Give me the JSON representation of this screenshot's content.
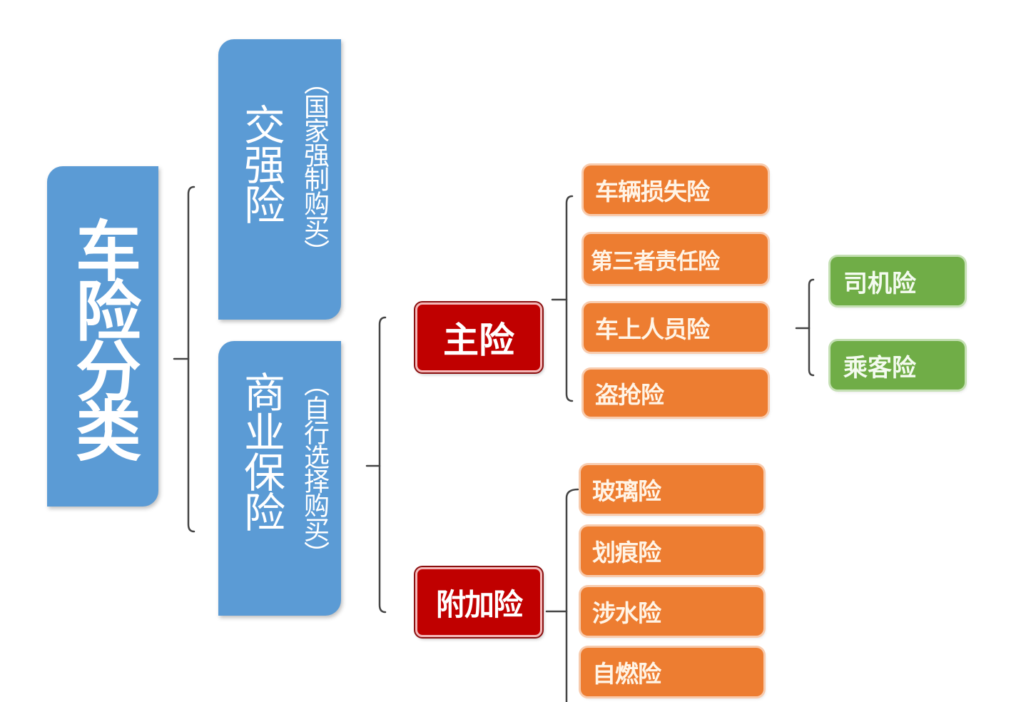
{
  "root": {
    "label": "车险分类"
  },
  "categories": [
    {
      "name": "交强险",
      "note": "（国家强制购买）"
    },
    {
      "name": "商业保险",
      "note": "（自行选择购买）"
    }
  ],
  "branches": [
    {
      "label": "主险"
    },
    {
      "label": "附加险"
    }
  ],
  "main_items": [
    "车辆损失险",
    "第三者责任险",
    "车上人员险",
    "盗抢险"
  ],
  "addon_items": [
    "玻璃险",
    "划痕险",
    "涉水险",
    "自燃险"
  ],
  "passenger_items": [
    "司机险",
    "乘客险"
  ],
  "colors": {
    "root": "#5b9bd5",
    "branch": "#c00000",
    "item": "#ed7d31",
    "sub_item": "#70ad47",
    "connector": "#444444"
  }
}
